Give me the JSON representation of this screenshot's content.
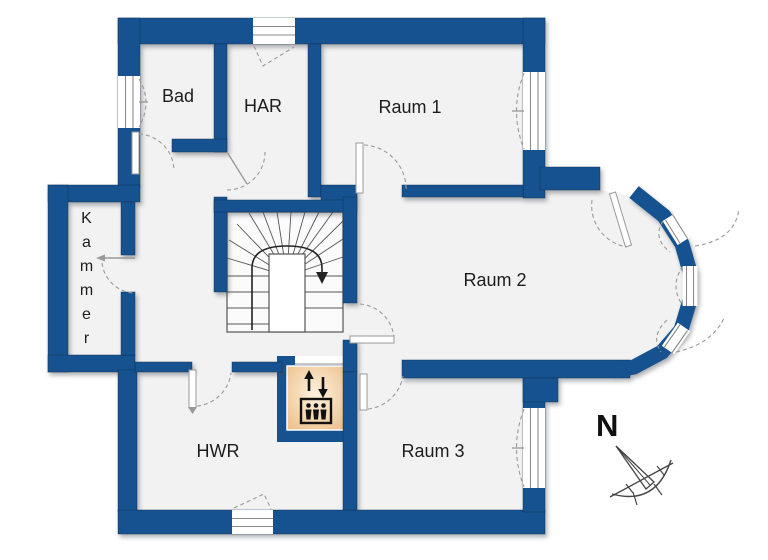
{
  "colors": {
    "wall": "#175290",
    "floor": "#f2f2f3",
    "paper": "#ffffff",
    "elevator-warm": "#eec08a",
    "elevator-warm-light": "#fdf3e0",
    "line": "#4a4a4a"
  },
  "floorplan": {
    "rooms": [
      {
        "label": "Bad"
      },
      {
        "label": "HAR"
      },
      {
        "label": "Raum 1"
      },
      {
        "label": "Kammer"
      },
      {
        "label": "Raum 2"
      },
      {
        "label": "HWR"
      },
      {
        "label": "Raum 3"
      }
    ],
    "compass": {
      "label": "N"
    },
    "icons": {
      "stairs": "staircase-down-icon",
      "elevator": "elevator-icon",
      "compass": "north-arrow-icon"
    }
  }
}
